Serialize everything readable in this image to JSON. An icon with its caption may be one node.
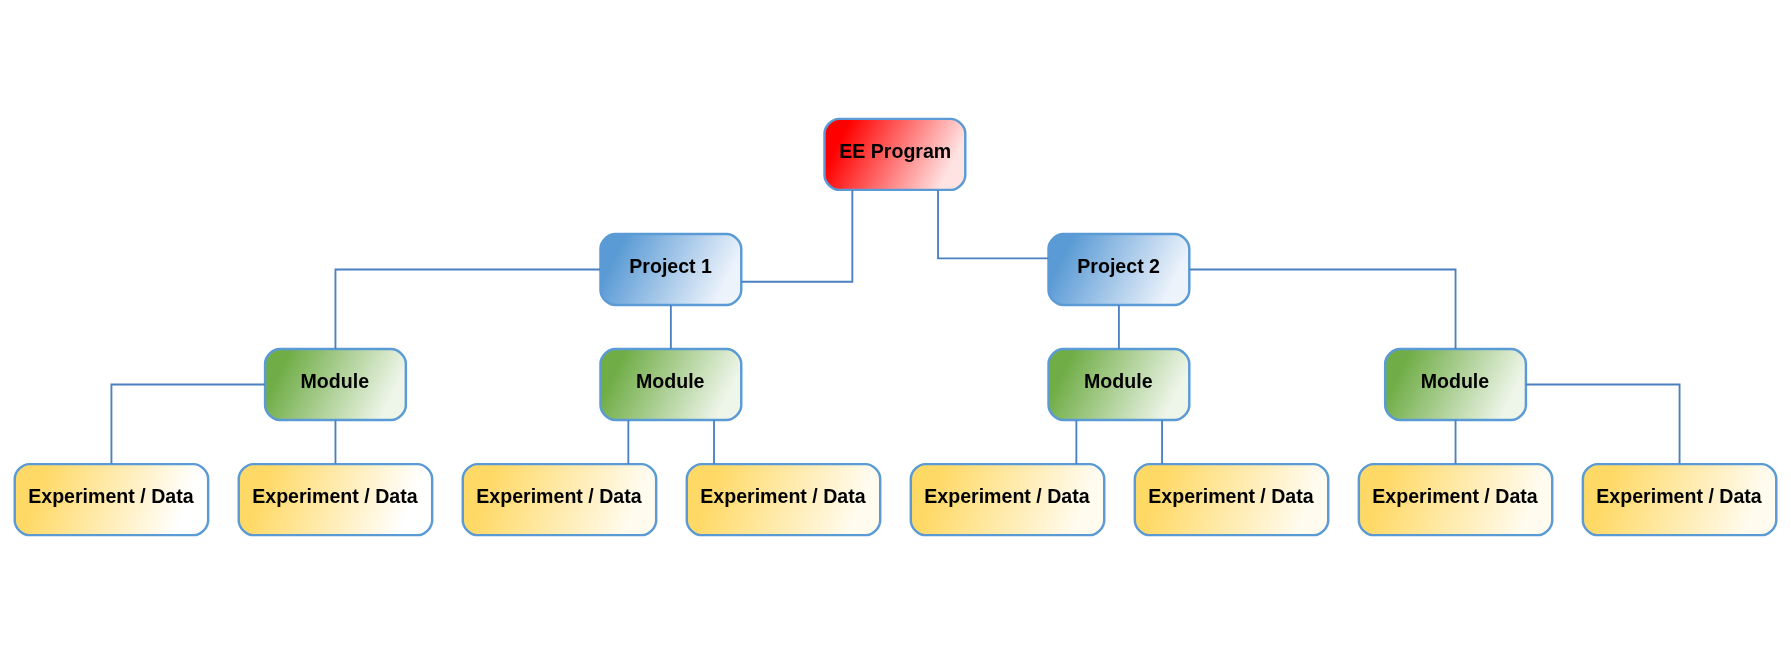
{
  "diagram": {
    "nodes": [
      {
        "text": [
          "EE Program"
        ]
      },
      {
        "text": [
          "Project 1"
        ]
      },
      {
        "text": [
          "Project 2"
        ]
      },
      {
        "text": [
          "Module"
        ]
      },
      {
        "text": [
          "Module"
        ]
      },
      {
        "text": [
          "Module"
        ]
      },
      {
        "text": [
          "Module"
        ]
      },
      {
        "text": [
          "Experiment / Data"
        ]
      },
      {
        "text": [
          "Experiment / Data"
        ]
      },
      {
        "text": [
          "Experiment / Data"
        ]
      },
      {
        "text": [
          "Experiment / Data"
        ]
      },
      {
        "text": [
          "Experiment / Data"
        ]
      },
      {
        "text": [
          "Experiment / Data"
        ]
      },
      {
        "text": [
          "Experiment / Data"
        ]
      },
      {
        "text": [
          "Experiment / Data"
        ]
      }
    ],
    "edges": [
      {
        "from": 0,
        "to": 1,
        "arrow": "none"
      },
      {
        "from": 0,
        "to": 2,
        "arrow": "none"
      },
      {
        "from": 1,
        "to": 3,
        "arrow": "none"
      },
      {
        "from": 1,
        "to": 4,
        "arrow": "none"
      },
      {
        "from": 2,
        "to": 5,
        "arrow": "none"
      },
      {
        "from": 2,
        "to": 6,
        "arrow": "none"
      },
      {
        "from": 3,
        "to": 7,
        "arrow": "none"
      },
      {
        "from": 3,
        "to": 8,
        "arrow": "none"
      },
      {
        "from": 4,
        "to": 9,
        "arrow": "none"
      },
      {
        "from": 4,
        "to": 10,
        "arrow": "none"
      },
      {
        "from": 5,
        "to": 11,
        "arrow": "none"
      },
      {
        "from": 5,
        "to": 12,
        "arrow": "none"
      },
      {
        "from": 6,
        "to": 13,
        "arrow": "none"
      },
      {
        "from": 6,
        "to": 14,
        "arrow": "none"
      }
    ]
  }
}
